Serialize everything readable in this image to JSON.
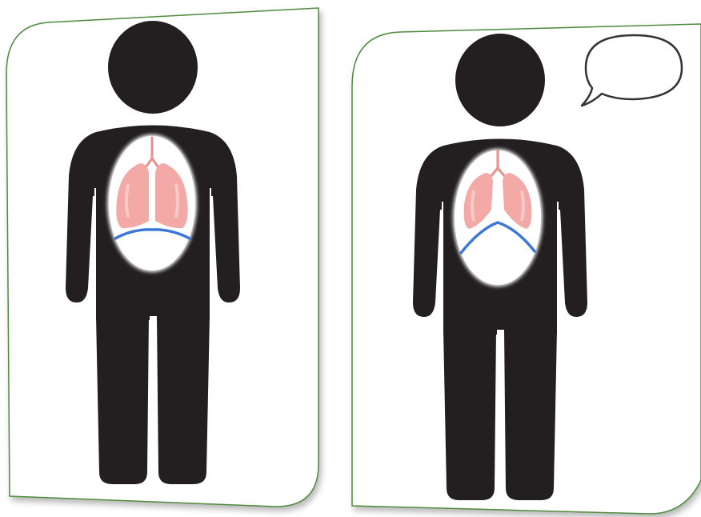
{
  "colors": {
    "background": "#ffffff",
    "card_border": "#4f8a3c",
    "card_fill": "#ffffff",
    "figure": "#231f20",
    "chest_window": "#ffffff",
    "lung": "#f3a9a6",
    "lung_light": "#f8c9c6",
    "trachea": "#e98f8b",
    "diaphragm": "#3d78d8",
    "speech_bubble_stroke": "#333333"
  },
  "panels": [
    {
      "id": "relaxed",
      "diaphragm_state": "flat",
      "speech_bubble": false
    },
    {
      "id": "speaking",
      "diaphragm_state": "domed",
      "speech_bubble": true
    }
  ]
}
